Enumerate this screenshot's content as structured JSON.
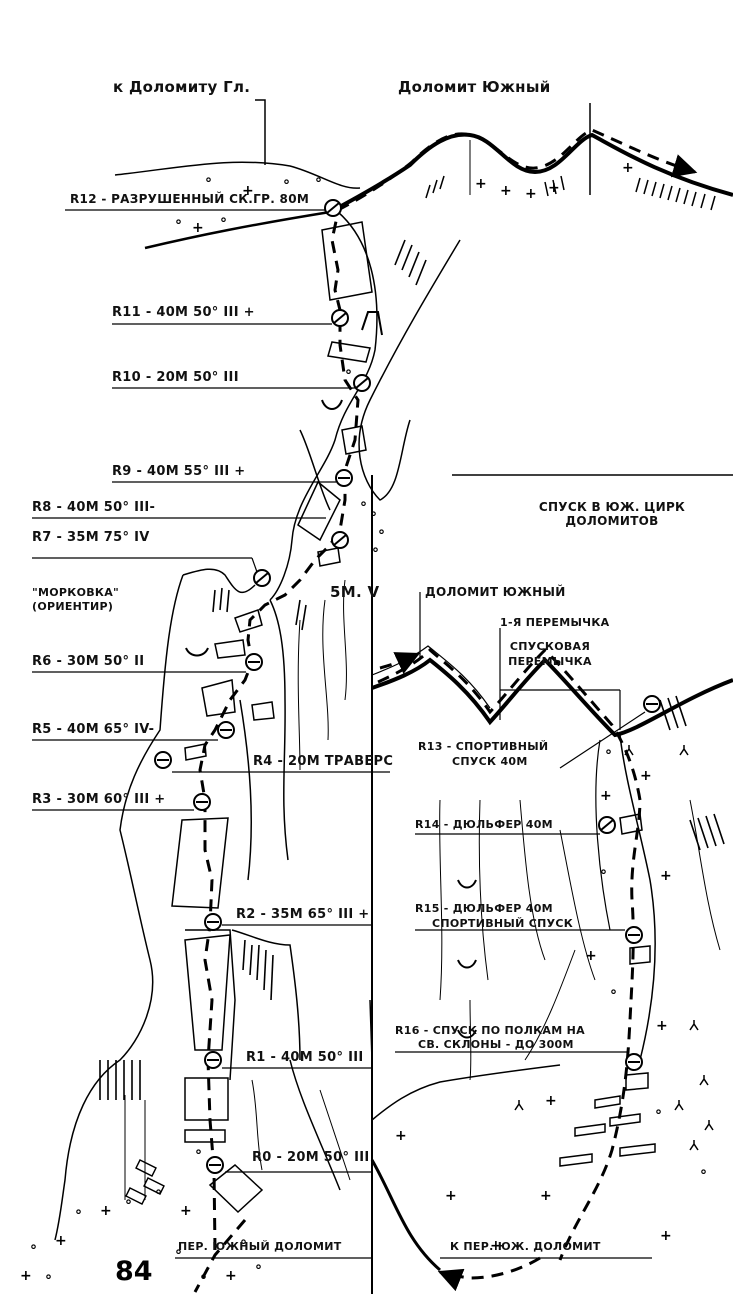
{
  "top_labels": {
    "to_dolomite_main": "к Доломиту Гл.",
    "dolomite_south_top": "Доломит Южный"
  },
  "pitches": {
    "r12": "R12 - РАЗРУШЕННЫЙ СК.ГР. 80М",
    "r11": "R11 - 40М 50° III +",
    "r10": "R10 - 20М 50° III",
    "r9": "R9 - 40М 55° III +",
    "r8": "R8 - 40М 50°  III-",
    "r7": "R7 - 35М 75° IV",
    "carrot": "\"МОРКОВКА\"",
    "carrot_note": "(ОРИЕНТИР)",
    "r6": "R6 - 30М 50° II",
    "r5": "R5 - 40М 65° IV-",
    "r4": "R4 - 20М ТРАВЕРС",
    "r3": "R3 - 30М 60° III +",
    "r2": "R2 - 35М 65° III +",
    "r1": "R1 - 40М 50° III",
    "r0": "R0 - 20М 50° III",
    "wall_5m": "5М. V"
  },
  "descent": {
    "heading_1": "СПУСК В ЮЖ. ЦИРК",
    "heading_2": "ДОЛОМИТОВ",
    "dolomite_south": "ДОЛОМИТ ЮЖНЫЙ",
    "saddle_1": "1-Я ПЕРЕМЫЧКА",
    "saddle_desc_1": "СПУСКОВАЯ",
    "saddle_desc_2": "ПЕРЕМЫЧКА",
    "r13_1": "R13 - СПОРТИВНЫЙ",
    "r13_2": "СПУСК 40М",
    "r14": "R14 - ДЮЛЬФЕР 40М",
    "r15_1": "R15 - ДЮЛЬФЕР 40М",
    "r15_2": "СПОРТИВНЫЙ СПУСК",
    "r16_1": "R16 - СПУСК ПО ПОЛКАМ НА",
    "r16_2": "СВ. СКЛОНЫ - ДО 300М"
  },
  "bottom": {
    "pass_left": "ПЕР. ЮЖНЫЙ ДОЛОМИТ",
    "pass_right": "К ПЕР. ЮЖ. ДОЛОМИТ",
    "page_number": "84"
  }
}
